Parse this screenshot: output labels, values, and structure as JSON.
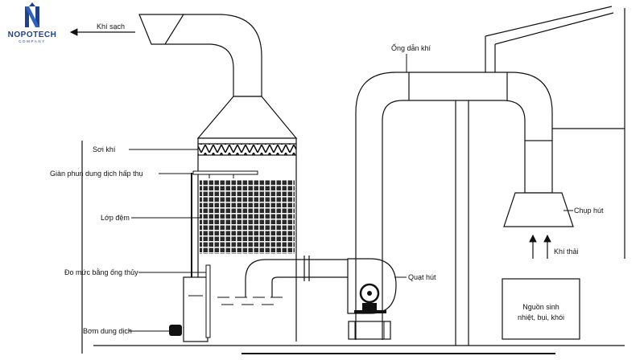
{
  "logo": {
    "brand": "NOPOTECH",
    "tagline": "COMPANY",
    "color": "#1f3f8f"
  },
  "labels": {
    "clean_air": "Khí sạch",
    "duct": "Ống dẫn khí",
    "mist_eliminator": "Sơi khí",
    "spray_rack": "Giàn phun dung dịch hấp thụ",
    "packing_layer": "Lớp đệm",
    "hood": "Chụp hút",
    "exhaust": "Khí thải",
    "suction_fan": "Quạt hút",
    "level_gauge": "Đo mức bằng ống thủy",
    "pump": "Bơm dung dịch",
    "source_line1": "Nguồn sinh",
    "source_line2": "nhiệt, bụi, khói"
  },
  "colors": {
    "line": "#111111",
    "packing": "#2b2b2b"
  }
}
